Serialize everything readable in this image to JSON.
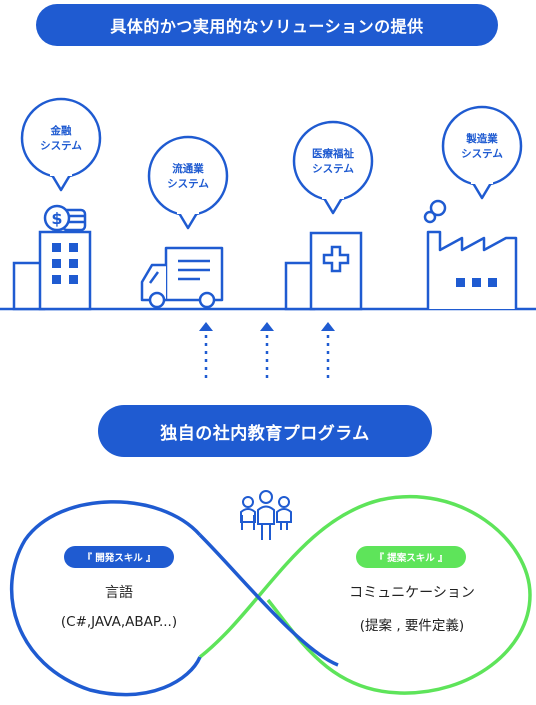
{
  "header": {
    "title": "具体的かつ実用的なソリューションの提供"
  },
  "systems": [
    {
      "line1": "金融",
      "line2": "システム"
    },
    {
      "line1": "流通業",
      "line2": "システム"
    },
    {
      "line1": "医療福祉",
      "line2": "システム"
    },
    {
      "line1": "製造業",
      "line2": "システム"
    }
  ],
  "program": {
    "title": "独自の社内教育プログラム"
  },
  "skills": {
    "development": {
      "tag": "『 開発スキル 』",
      "title": "言語",
      "detail": "(C#,JAVA,ABAP...)"
    },
    "communication": {
      "tag": "『 提案スキル 』",
      "title": "コミュニケーション",
      "detail": "(提案 , 要件定義)"
    }
  },
  "colors": {
    "primary_blue": "#1f5bd1",
    "accent_green": "#5ee45a",
    "text_dark": "#222222",
    "background": "#ffffff"
  },
  "icons": [
    "bank-building-icon",
    "delivery-truck-icon",
    "hospital-icon",
    "factory-icon",
    "people-group-icon",
    "up-arrow-icon"
  ]
}
